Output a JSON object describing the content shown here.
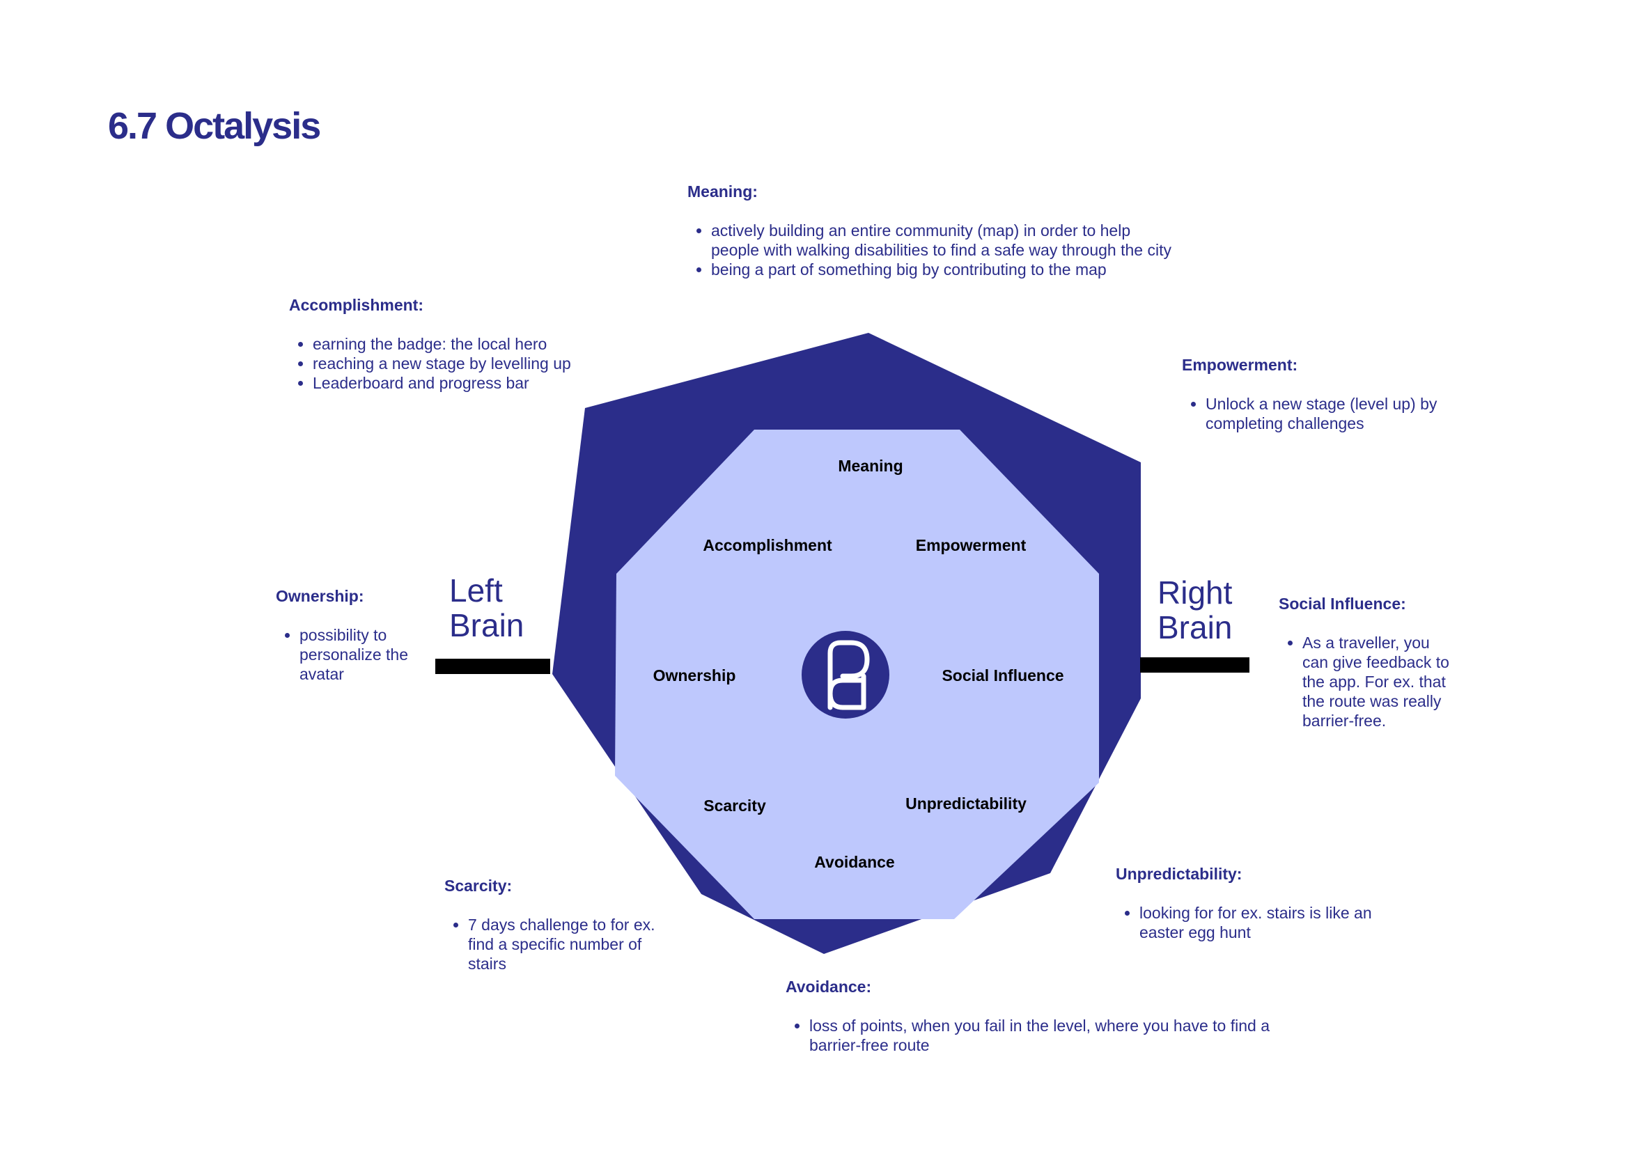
{
  "page_title": "6.7 Octalysis",
  "colors": {
    "primary": "#2b2d8a",
    "inner": "#bec8fd",
    "bar": "#000000"
  },
  "left_brain": [
    "Left",
    "Brain"
  ],
  "right_brain": [
    "Right",
    "Brain"
  ],
  "center_icon": "pa-logo-icon",
  "inner_labels": {
    "meaning": "Meaning",
    "accomplishment": "Accomplishment",
    "empowerment": "Empowerment",
    "ownership": "Ownership",
    "social_influence": "Social Influence",
    "scarcity": "Scarcity",
    "unpredictability": "Unpredictability",
    "avoidance": "Avoidance"
  },
  "drives": {
    "meaning": {
      "heading": "Meaning:",
      "items": [
        "actively building an entire community (map) in order to help people with walking disabilities to find a safe way through the city",
        "being a part of something big by contributing to the map"
      ]
    },
    "accomplishment": {
      "heading": "Accomplishment:",
      "items": [
        "earning the badge: the local hero",
        "reaching a new stage by levelling up",
        "Leaderboard and progress bar"
      ]
    },
    "empowerment": {
      "heading": "Empowerment:",
      "items": [
        "Unlock a new stage (level up) by completing challenges"
      ]
    },
    "ownership": {
      "heading": "Ownership:",
      "items": [
        "possibility to personalize the avatar"
      ]
    },
    "social_influence": {
      "heading": "Social Influence:",
      "items": [
        "As a traveller, you can give feedback to the app. For ex. that the route was really barrier-free."
      ]
    },
    "scarcity": {
      "heading": "Scarcity:",
      "items": [
        "7 days challenge to for ex. find a specific number of stairs"
      ]
    },
    "unpredictability": {
      "heading": "Unpredictability:",
      "items": [
        "looking for for ex. stairs is like an easter egg hunt"
      ]
    },
    "avoidance": {
      "heading": "Avoidance:",
      "items": [
        "loss of points, when you fail in the level, where you have to find a barrier-free route"
      ]
    }
  }
}
